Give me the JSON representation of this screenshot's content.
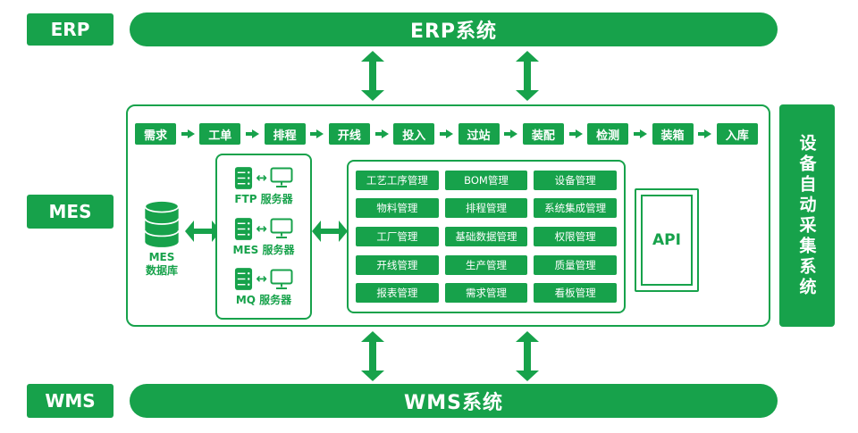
{
  "colors": {
    "green": "#17a24b"
  },
  "left_labels": {
    "erp": "ERP",
    "mes": "MES",
    "wms": "WMS"
  },
  "banners": {
    "erp": "ERP系统",
    "wms": "WMS系统"
  },
  "right_bar": {
    "label": "设备自动采集系统"
  },
  "process_flow": [
    "需求",
    "工单",
    "排程",
    "开线",
    "投入",
    "过站",
    "装配",
    "检测",
    "装箱",
    "入库"
  ],
  "database": {
    "line1": "MES",
    "line2": "数据库"
  },
  "servers": [
    {
      "label": "FTP 服务器"
    },
    {
      "label": "MES 服务器"
    },
    {
      "label": "MQ 服务器"
    }
  ],
  "modules": [
    [
      "工艺工序管理",
      "BOM管理",
      "设备管理"
    ],
    [
      "物料管理",
      "排程管理",
      "系统集成管理"
    ],
    [
      "工厂管理",
      "基础数据管理",
      "权限管理"
    ],
    [
      "开线管理",
      "生产管理",
      "质量管理"
    ],
    [
      "报表管理",
      "需求管理",
      "看板管理"
    ]
  ],
  "api": {
    "label": "API"
  },
  "icons": {
    "bidirectional": "↔"
  }
}
